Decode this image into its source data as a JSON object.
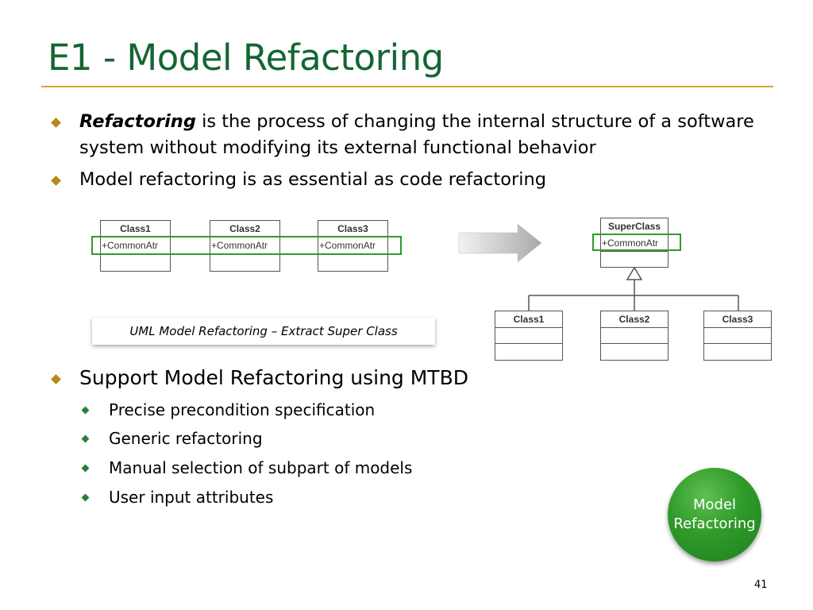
{
  "slide": {
    "title": "E1 - Model Refactoring",
    "page_number": "41"
  },
  "bullets": {
    "b1_term": "Refactoring",
    "b1_line1_rest": " is the process of changing the internal structure of a software",
    "b1_line2": "system without modifying its external functional behavior",
    "b2": "Model refactoring is as essential as code refactoring",
    "b3": "Support Model Refactoring using MTBD",
    "sub": [
      "Precise precondition specification",
      "Generic refactoring",
      "Manual selection of subpart of models",
      "User input attributes"
    ]
  },
  "diagram": {
    "before_classes": [
      "Class1",
      "Class2",
      "Class3"
    ],
    "attribute": "+CommonAtr",
    "super_class": "SuperClass",
    "after_classes": [
      "Class1",
      "Class2",
      "Class3"
    ],
    "caption": "UML Model Refactoring – Extract Super Class",
    "highlight_color": "#2f9a2f"
  },
  "badge": {
    "line1": "Model",
    "line2": "Refactoring"
  },
  "colors": {
    "title": "#136633",
    "rule": "#d5a629",
    "bullet": "#b38a1c",
    "sub_bullet": "#2f7d3a",
    "badge": "#2f9a2a"
  }
}
